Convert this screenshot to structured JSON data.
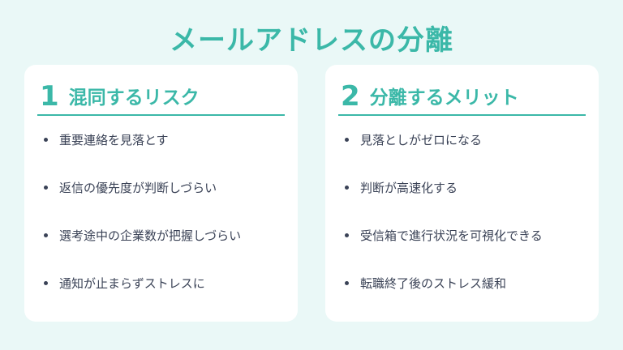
{
  "title": "メールアドレスの分離",
  "colors": {
    "accent": "#3bb8a8",
    "background": "#eaf8f7",
    "text": "#3a4256"
  },
  "cards": [
    {
      "number": "1",
      "heading": "混同するリスク",
      "items": [
        "重要連絡を見落とす",
        "返信の優先度が判断しづらい",
        "選考途中の企業数が把握しづらい",
        "通知が止まらずストレスに"
      ]
    },
    {
      "number": "2",
      "heading": "分離するメリット",
      "items": [
        "見落としがゼロになる",
        "判断が高速化する",
        "受信箱で進行状況を可視化できる",
        "転職終了後のストレス緩和"
      ]
    }
  ]
}
